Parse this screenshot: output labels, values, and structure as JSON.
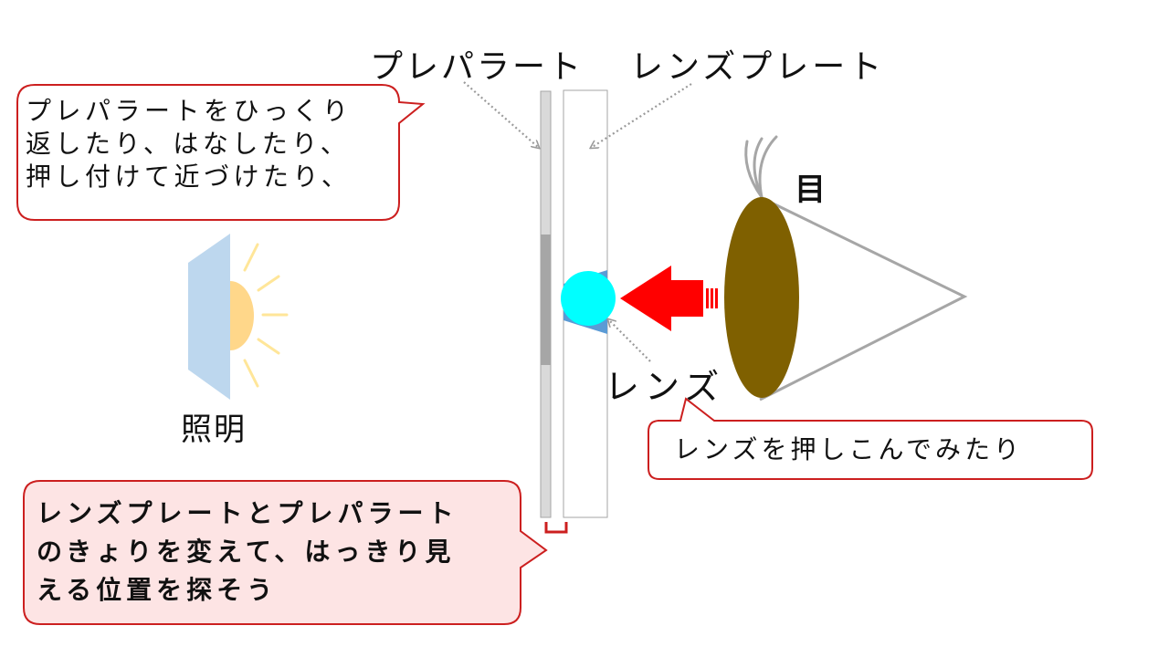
{
  "labels": {
    "preparat": "プレパラート",
    "lens_plate": "レンズプレート",
    "lens": "レンズ",
    "eye": "目",
    "lighting": "照明"
  },
  "callouts": {
    "flip": {
      "lines": [
        "プレパラートをひっくり",
        "返したり、はなしたり、",
        "押し付けて近づけたり、"
      ]
    },
    "push_lens": {
      "lines": [
        "レンズを押しこんでみたり"
      ]
    },
    "distance": {
      "lines": [
        "レンズプレートとプレパラート",
        "のきょりを変えて、はっきり見",
        "える位置を探そう"
      ]
    }
  },
  "colors": {
    "callout_border": "#cc1f1f",
    "callout_white_fill": "#ffffff",
    "callout_pink_fill": "#fde4e4",
    "arrow_red": "#ff0000",
    "lens_cyan": "#00ffff",
    "lens_holder_blue": "#5b9bd5",
    "eye_brown": "#7f6000",
    "eye_line_gray": "#a6a6a6",
    "light_panel_blue": "#bdd7ee",
    "light_sun_orange": "#ffd78a",
    "light_ray_yellow": "#ffe699",
    "slide_gray": "#d9d9d9",
    "slide_dark_gray": "#a6a6a6",
    "plate_outline_gray": "#a6a6a6",
    "leader_dotted_gray": "#a6a6a6"
  }
}
